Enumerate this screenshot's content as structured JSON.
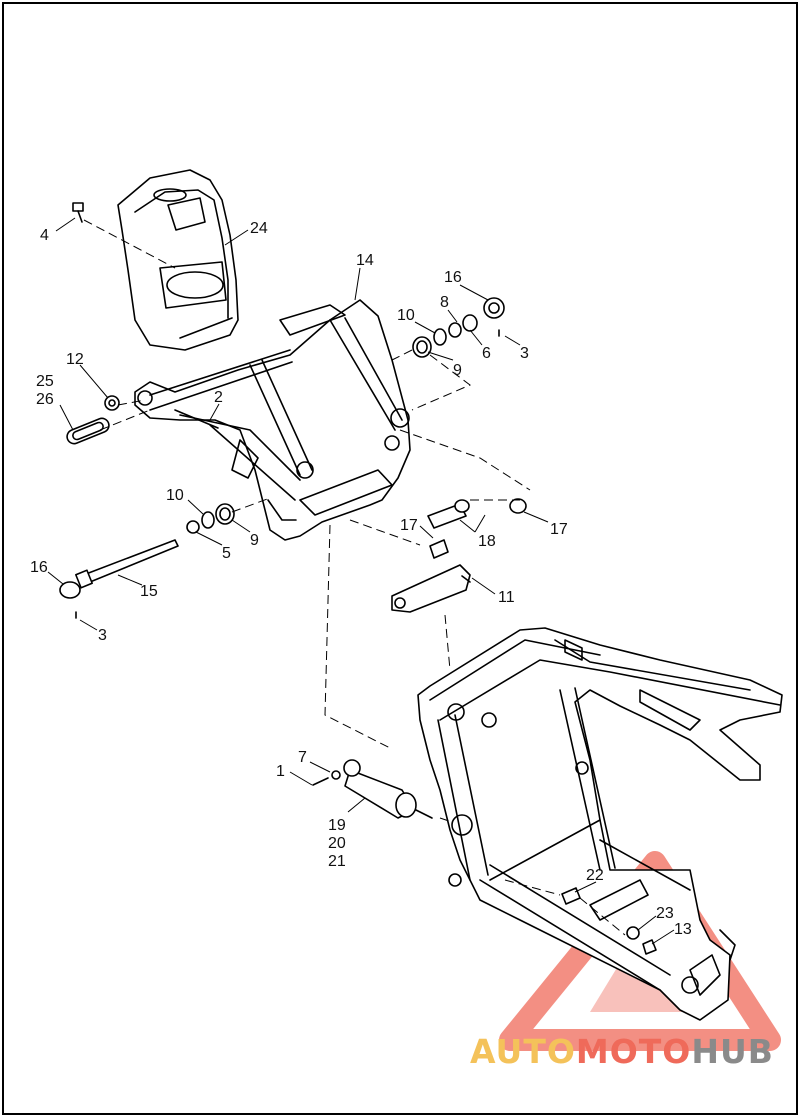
{
  "callouts": {
    "c1": "1",
    "c2": "2",
    "c3a": "3",
    "c3b": "3",
    "c4": "4",
    "c5": "5",
    "c6": "6",
    "c7": "7",
    "c8": "8",
    "c9a": "9",
    "c9b": "9",
    "c10a": "10",
    "c10b": "10",
    "c11": "11",
    "c12": "12",
    "c13": "13",
    "c14": "14",
    "c15": "15",
    "c16a": "16",
    "c16b": "16",
    "c17a": "17",
    "c17b": "17",
    "c18": "18",
    "c19": "19",
    "c20": "20",
    "c21": "21",
    "c22": "22",
    "c23": "23",
    "c24": "24",
    "c25": "25",
    "c26": "26"
  },
  "watermark": {
    "part1": "AUTO",
    "part2": "MOTO",
    "part3": "HUB"
  },
  "colors": {
    "watermark_red": "#ef6a5a",
    "watermark_yellow": "#f4c25a",
    "watermark_gray": "#8a8a8a",
    "line": "#000000"
  }
}
